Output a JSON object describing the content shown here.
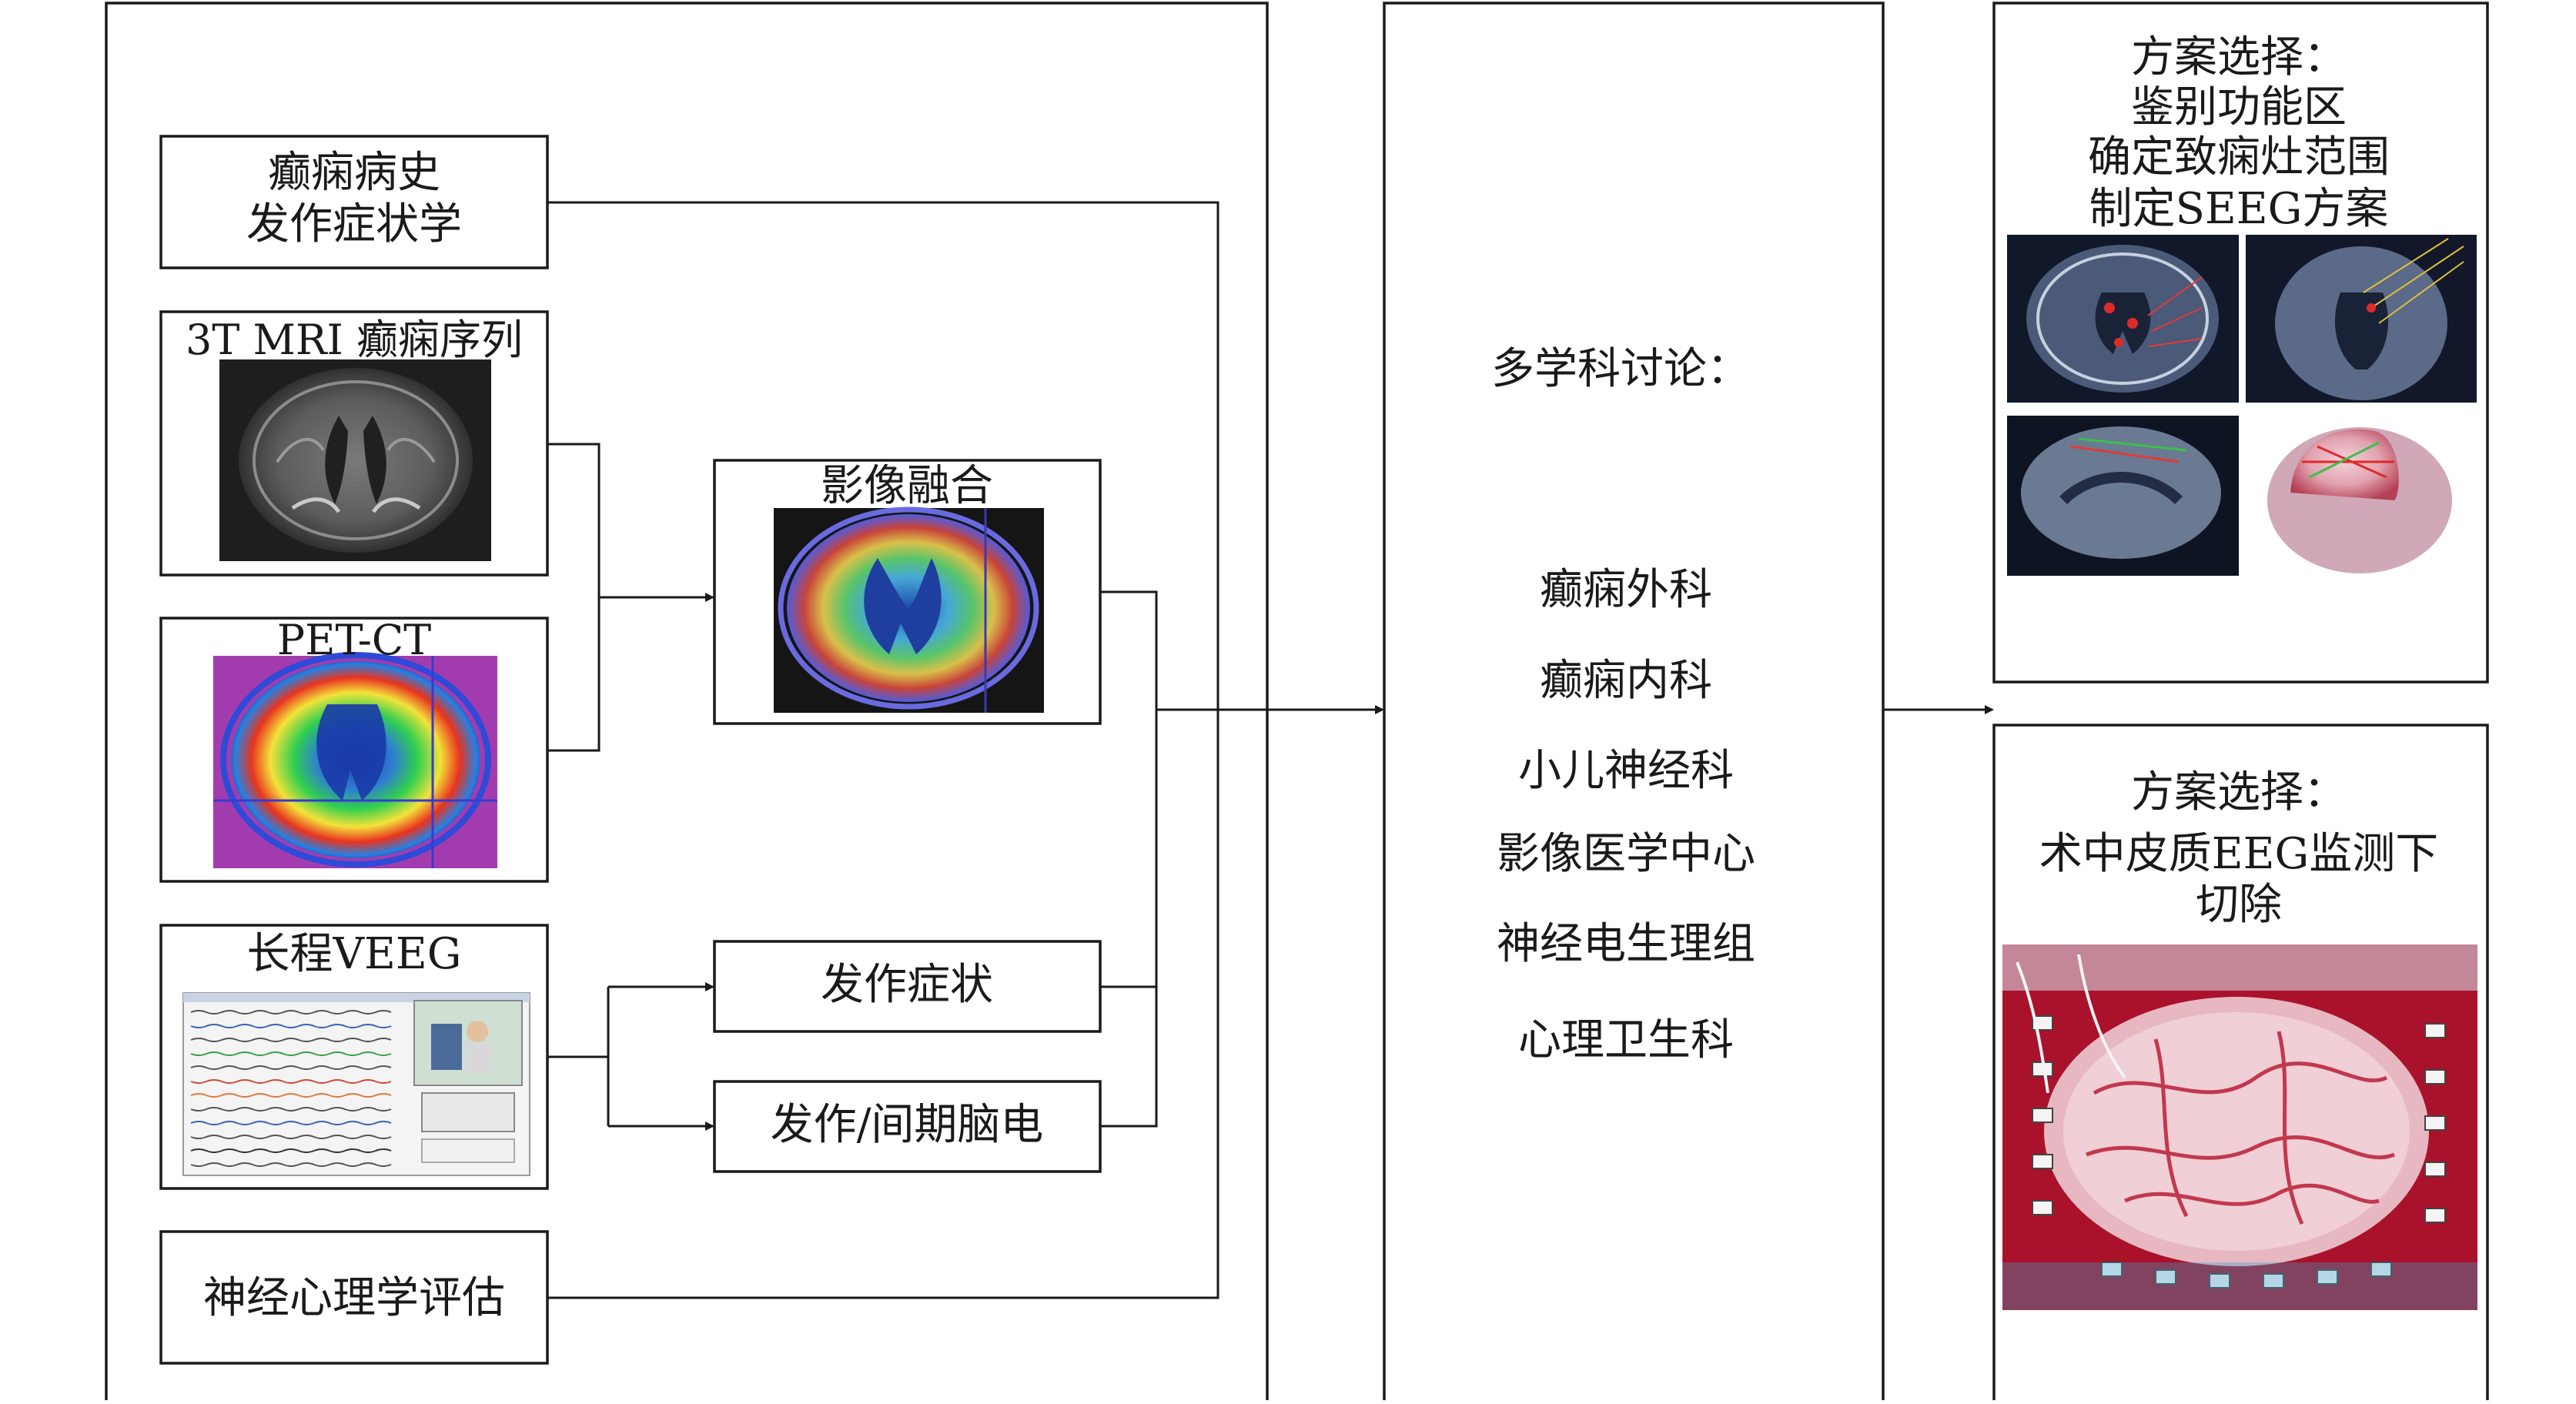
{
  "history_box": {
    "line1": "癫痫病史",
    "line2": "发作症状学"
  },
  "mri_box": {
    "title": "3T MRI 癫痫序列"
  },
  "petct_box": {
    "title": "PET-CT"
  },
  "veeg_box": {
    "title": "长程VEEG"
  },
  "neuropsych_box": {
    "title": "神经心理学评估"
  },
  "fusion_box": {
    "title": "影像融合"
  },
  "seizure_symptom_box": {
    "title": "发作症状"
  },
  "eeg_box": {
    "title": "发作/间期脑电"
  },
  "mdt_panel": {
    "title": "多学科讨论：",
    "departments": [
      "癫痫外科",
      "癫痫内科",
      "小儿神经科",
      "影像医学中心",
      "神经电生理组",
      "心理卫生科"
    ]
  },
  "plan_a": {
    "lines": [
      "方案选择：",
      "鉴别功能区",
      "确定致痫灶范围",
      "制定SEEG方案"
    ]
  },
  "plan_b": {
    "lines": [
      "方案选择：",
      "术中皮质EEG监测下",
      "切除"
    ]
  },
  "colors": {
    "line": "#1a1a1a",
    "pet_bg": "#a23cae",
    "surgery_bg": "#a9122a",
    "mri_bg": "#1e1e1e"
  }
}
